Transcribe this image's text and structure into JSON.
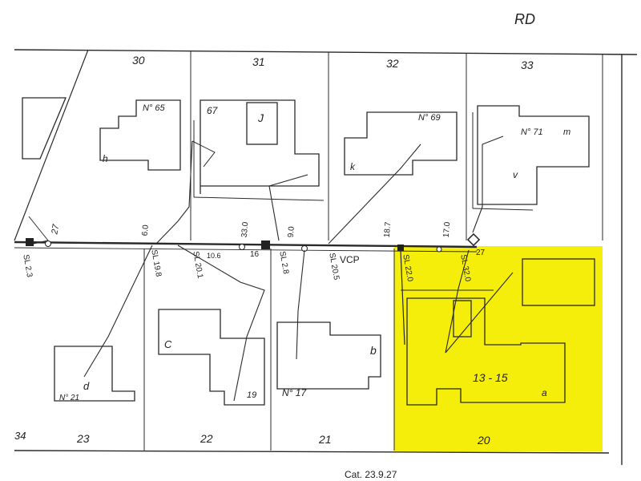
{
  "road": {
    "label": "RD"
  },
  "lots": {
    "top": [
      "30",
      "31",
      "32",
      "33"
    ],
    "bottom": [
      "23",
      "22",
      "21",
      "20"
    ],
    "left_edge": "34",
    "west": "27"
  },
  "buildings": {
    "b30": {
      "number": "N° 65",
      "letter": "h"
    },
    "b31": {
      "number": "67",
      "letter": "J"
    },
    "b32": {
      "number": "N° 69",
      "letter": "k"
    },
    "b33": {
      "number": "N° 71",
      "alt": "m",
      "letter": "v"
    },
    "b23": {
      "number": "N° 21",
      "letter": "d"
    },
    "b22": {
      "number": "19",
      "letter": "C"
    },
    "b21": {
      "number": "N° 17",
      "letter": "b"
    },
    "b20": {
      "number": "13 - 15",
      "letter": "a"
    }
  },
  "main_sewer": {
    "label": "VCP",
    "depths": [
      "SL 2.3",
      "SL 19.8",
      "SL 20.1",
      "SL 2.8",
      "SL 20.5",
      "SL 22.0",
      "SL 32.0"
    ],
    "chainages": [
      "6.0",
      "33.0",
      "9.0",
      "18.7",
      "17.0"
    ],
    "measures": [
      "10.6",
      "16",
      "27"
    ]
  },
  "highlight_color": "#f5ee0a",
  "footer_text": "Cat. 23.9.27"
}
